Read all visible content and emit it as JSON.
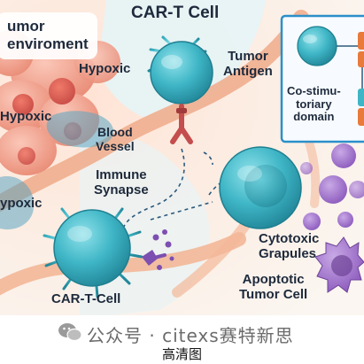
{
  "diagram": {
    "tumor_environment_title": [
      "umor",
      "enviroment"
    ],
    "car_t_cell_title": "CAR-T Cell",
    "hypoxic_label_top": "Hypoxic",
    "hypoxic_label_left": "Hypoxic",
    "hypoxic_label_bottom": "ypoxic",
    "tumor_antigen_label": [
      "Tumor",
      "Antigen"
    ],
    "blood_vessel_label": [
      "Blood",
      "Vessel"
    ],
    "immune_synapse_label": [
      "Immune",
      "Synapse"
    ],
    "car_t_cell_bottom_label": "CAR-T-Cell",
    "cytotoxic_label": [
      "Cytotoxic",
      "Grapules"
    ],
    "apoptotic_label": [
      "Apoptotic",
      "Tumor Cell"
    ],
    "inset_label": [
      "Co-stimu-",
      "toriary",
      "domain"
    ]
  },
  "footer": {
    "watermark": "公众号 · citexs赛特新思",
    "caption": "高清图",
    "logo_icon": "chat-bubbles-icon"
  },
  "colors": {
    "car_t_cell": "#3fb6c6",
    "receptor": "#c44d4d",
    "tumor_cell": "#f3a08c",
    "granule": "#8c5bbd",
    "apoptotic_cell": "#9474b8",
    "inset_frame": "#2b8fc9"
  }
}
